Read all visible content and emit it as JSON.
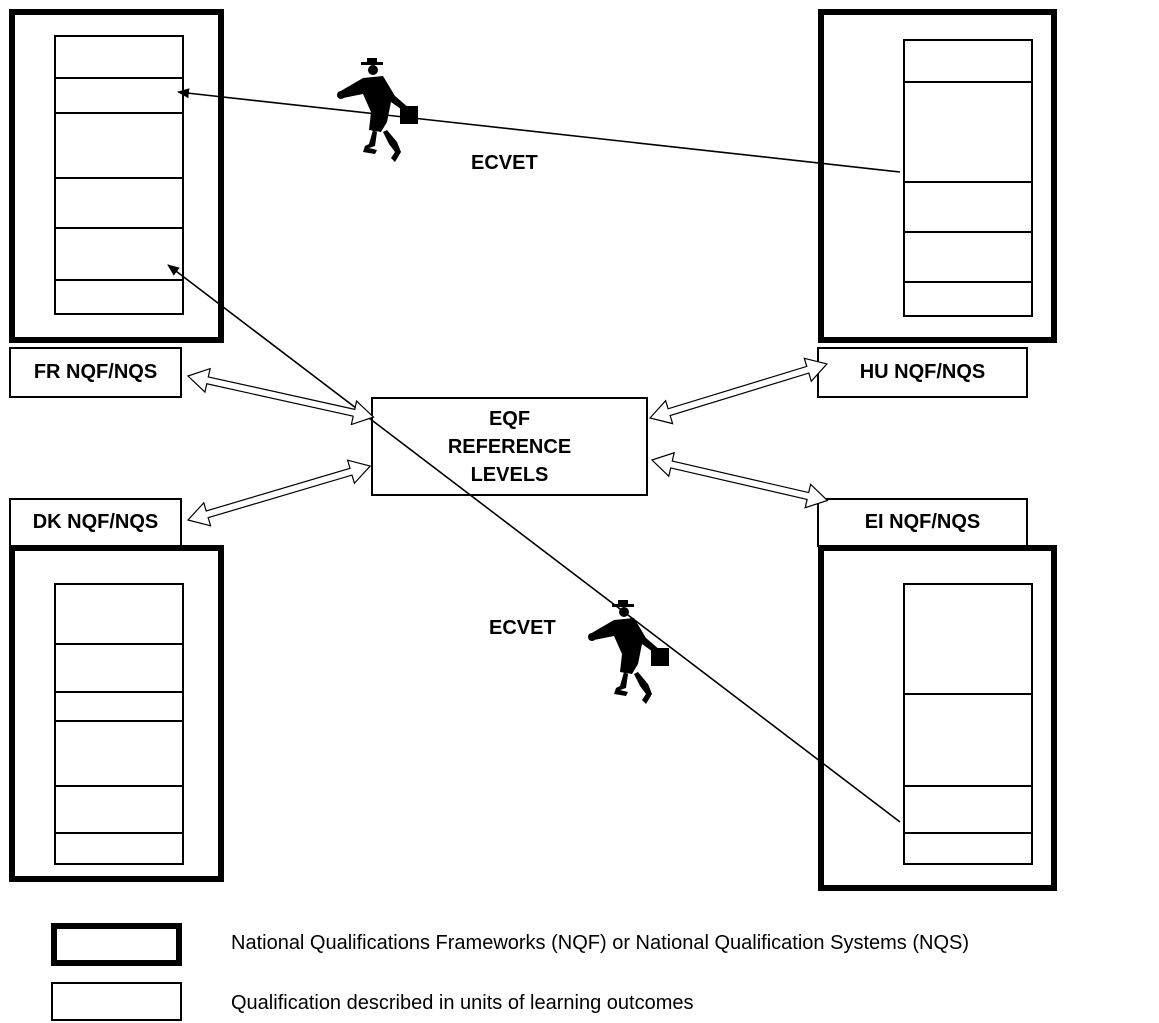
{
  "frameworks": {
    "fr": {
      "label": "FR NQF/NQS"
    },
    "hu": {
      "label": "HU NQF/NQS"
    },
    "dk": {
      "label": "DK NQF/NQS"
    },
    "ei": {
      "label": "EI NQF/NQS"
    }
  },
  "eqf": {
    "line1": "EQF",
    "line2": "REFERENCE",
    "line3": "LEVELS"
  },
  "ecvet": {
    "top": "ECVET",
    "bottom": "ECVET"
  },
  "legend": {
    "nqf_text": "National Qualifications Frameworks (NQF) or National Qualification Systems (NQS)",
    "qual_text": "Qualification described in units of learning outcomes"
  }
}
